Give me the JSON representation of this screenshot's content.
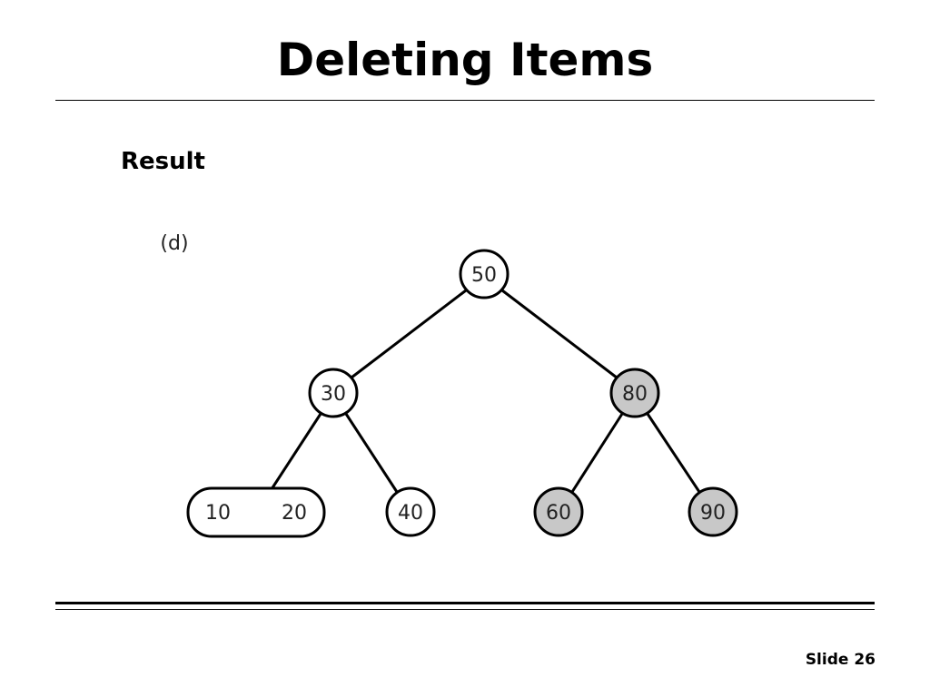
{
  "slide": {
    "title": "Deleting Items",
    "section_heading": "Result",
    "footer": "Slide 26"
  },
  "figure": {
    "panel_label": "(d)",
    "colors": {
      "stroke": "#000000",
      "plain_node_fill": "#ffffff",
      "highlight_node_fill": "#c8c8c8"
    },
    "nodes": {
      "root": {
        "value": "50",
        "highlighted": false
      },
      "left": {
        "value": "30",
        "highlighted": false
      },
      "right": {
        "value": "80",
        "highlighted": true
      },
      "left_left": {
        "values": [
          "10",
          "20"
        ],
        "highlighted": false
      },
      "left_right": {
        "value": "40",
        "highlighted": false
      },
      "right_left": {
        "value": "60",
        "highlighted": true
      },
      "right_right": {
        "value": "90",
        "highlighted": true
      }
    }
  }
}
